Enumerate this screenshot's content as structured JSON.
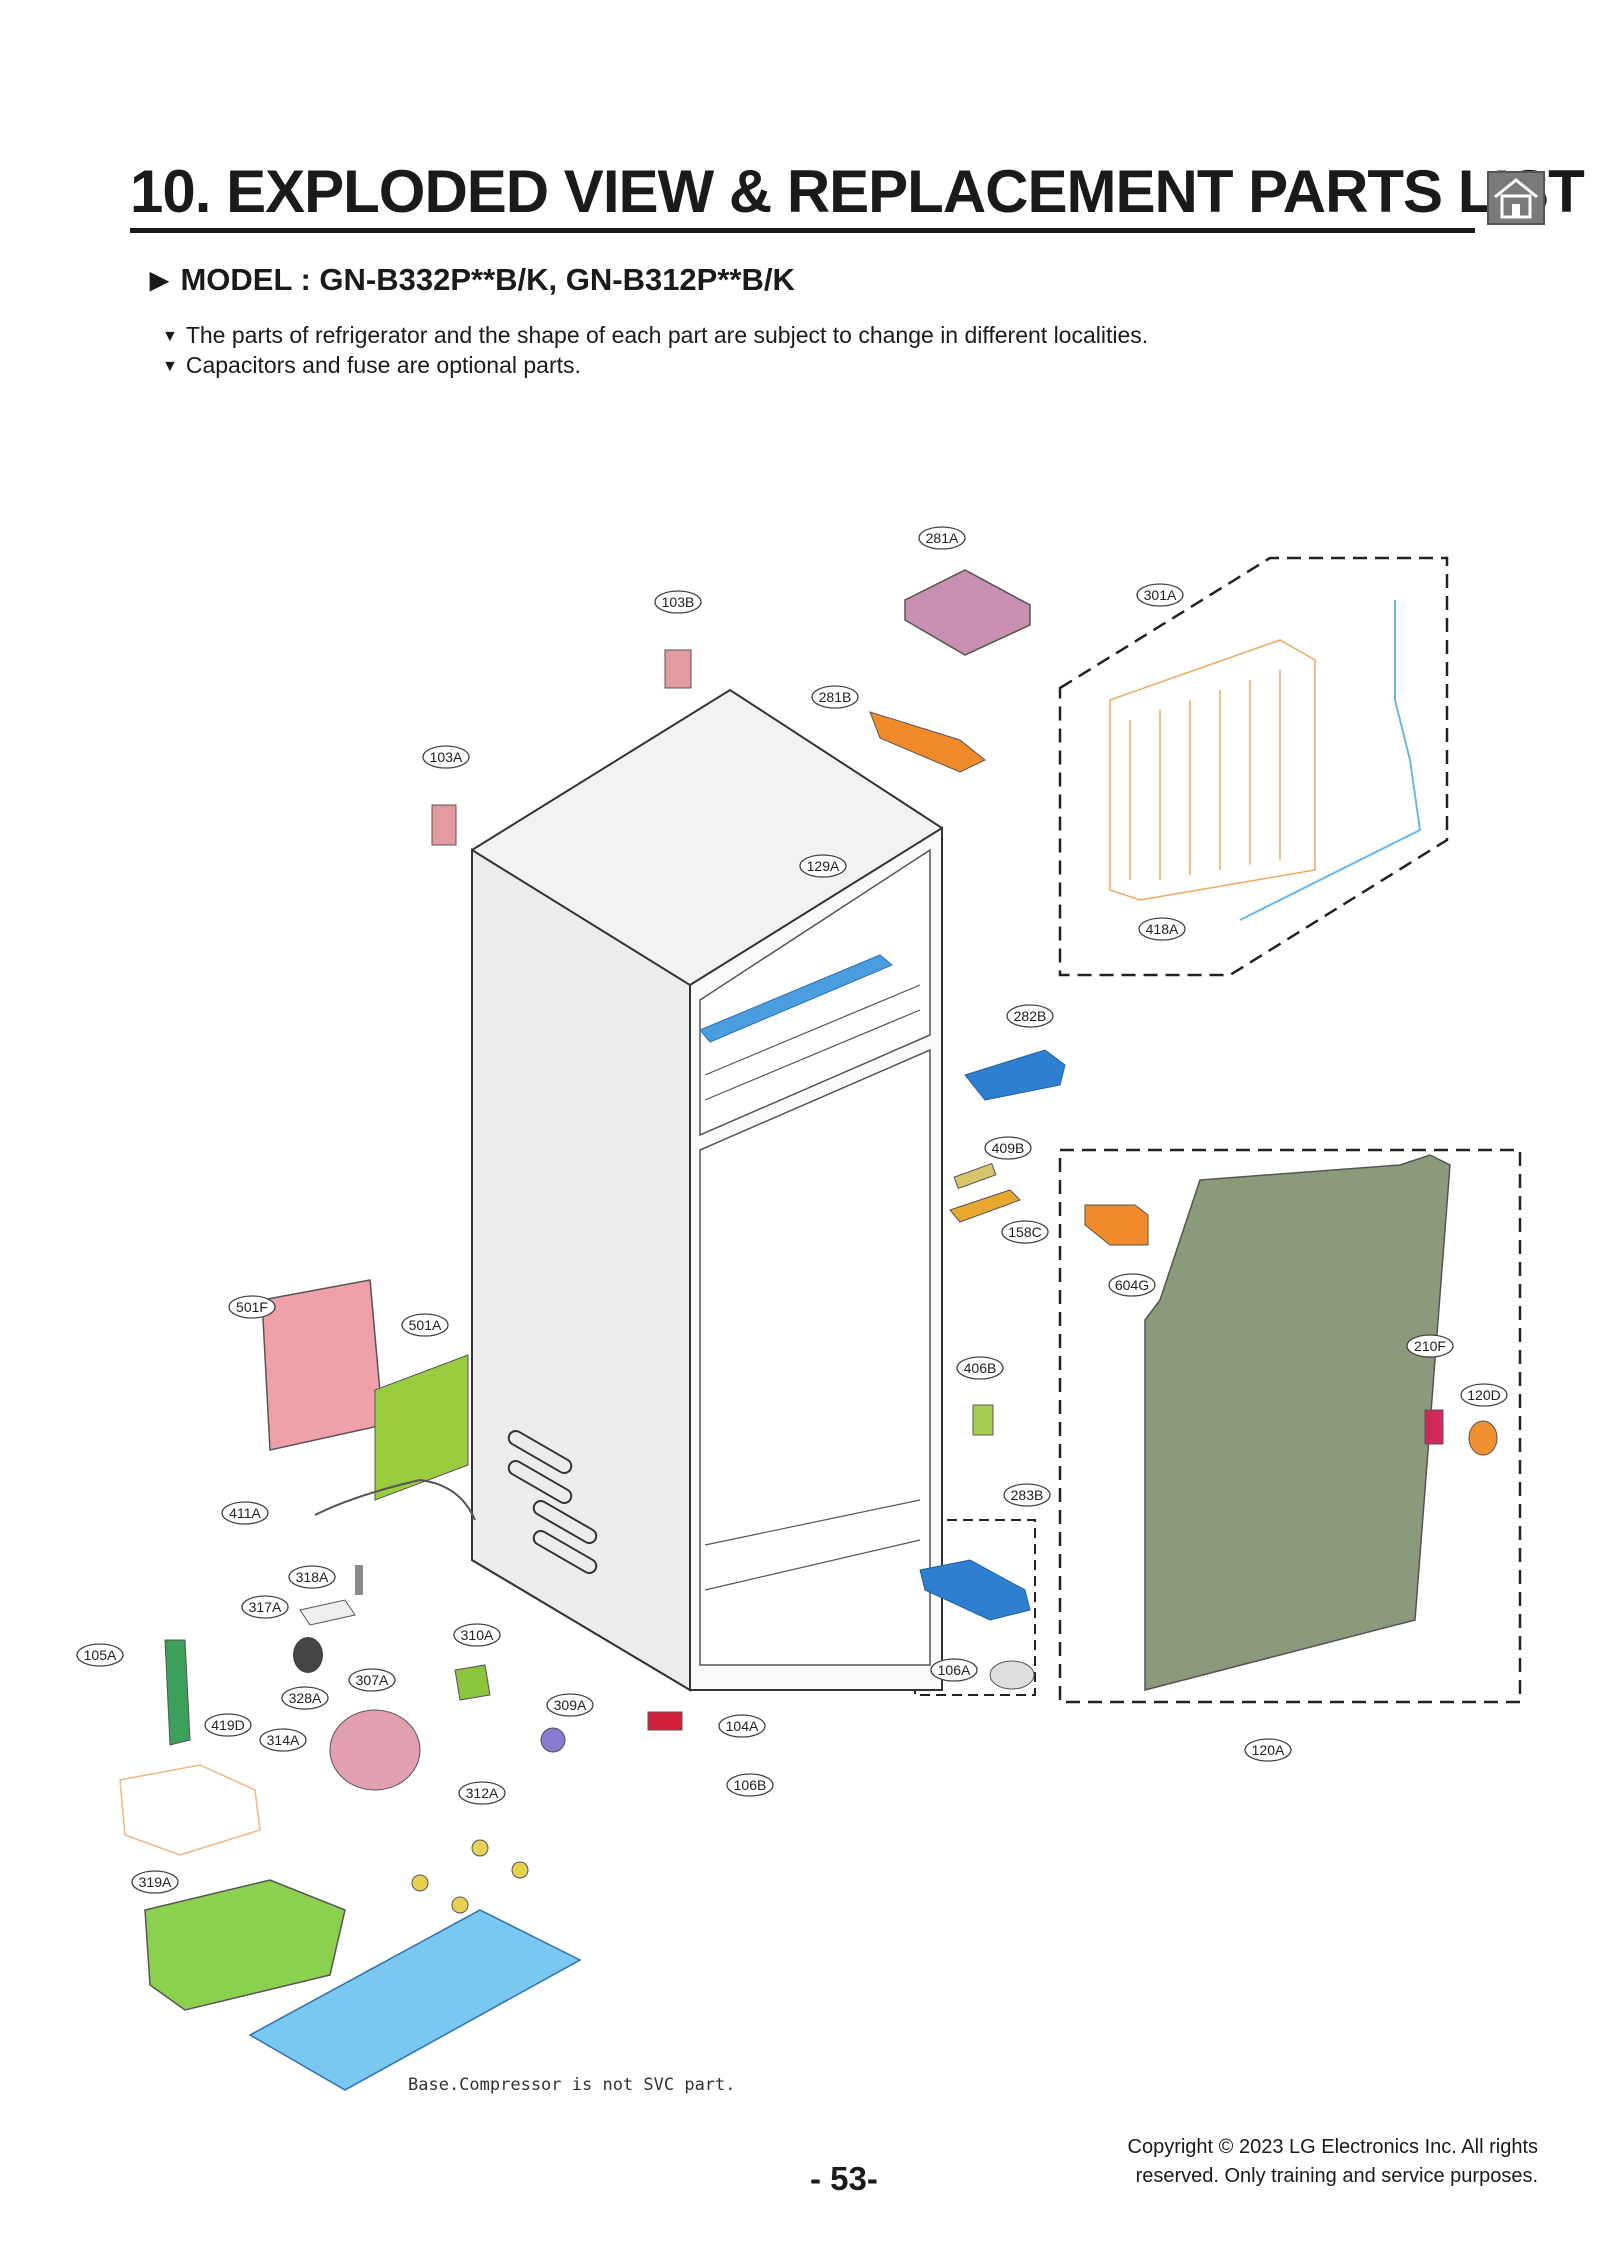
{
  "header": {
    "title": "10. EXPLODED VIEW & REPLACEMENT PARTS LIST",
    "model": "MODEL : GN-B332P**B/K, GN-B312P**B/K"
  },
  "notes": [
    "The parts of refrigerator and the shape of each part are subject to change in different localities.",
    "Capacitors and fuse are optional parts."
  ],
  "diagram": {
    "callouts": [
      "281A",
      "103B",
      "301A",
      "281B",
      "103A",
      "129A",
      "418A",
      "282B",
      "409B",
      "158C",
      "604G",
      "501F",
      "501A",
      "406B",
      "210F",
      "120D",
      "283B",
      "411A",
      "318A",
      "317A",
      "310A",
      "105A",
      "307A",
      "106A",
      "328A",
      "309A",
      "419D",
      "314A",
      "104A",
      "120A",
      "106B",
      "312A",
      "319A"
    ],
    "service_note": "Base.Compressor is not SVC part."
  },
  "footer": {
    "copyright_line1": "Copyright © 2023 LG Electronics Inc. All rights",
    "copyright_line2": "reserved. Only training and service purposes.",
    "page_number": "- 53-"
  },
  "colors": {
    "pink": "#c98fb0",
    "orange": "#f08a2a",
    "blue": "#2f7fd0",
    "green_panel": "#8a9a7a",
    "lime": "#8cc43c",
    "red": "#d02a3a"
  }
}
